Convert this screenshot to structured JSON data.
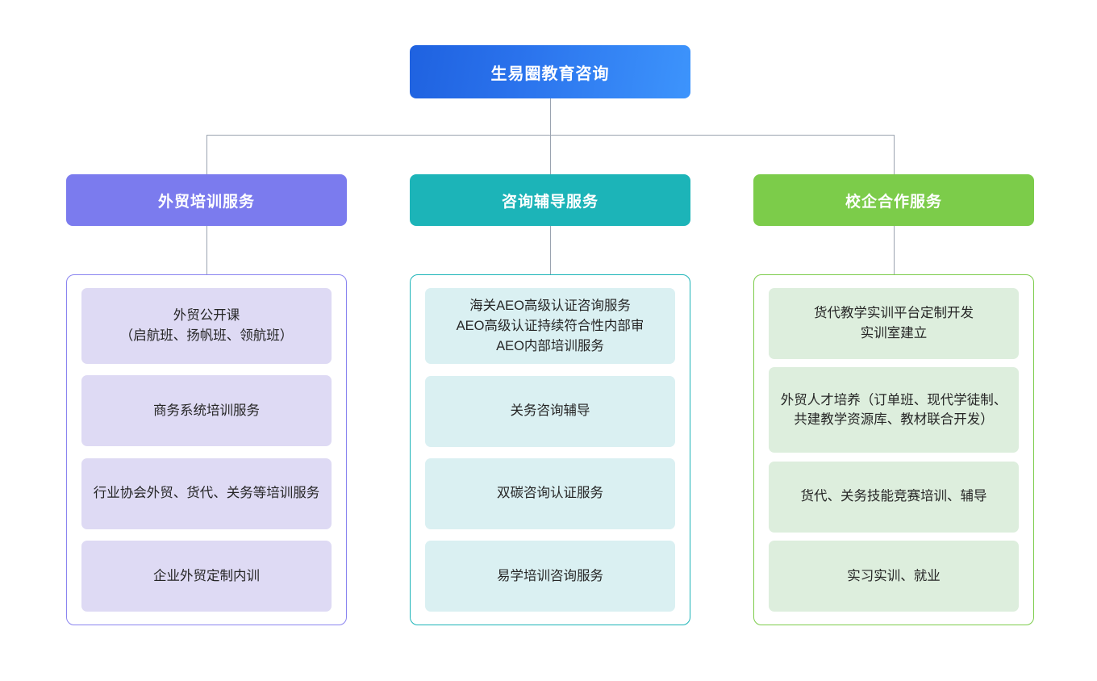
{
  "chart_data": {
    "type": "diagram",
    "diagram_type": "organization-tree",
    "title": "生易圈教育咨询",
    "root": {
      "label": "生易圈教育咨询",
      "color": "#2a72ec",
      "gradient_from": "#1f62e0",
      "gradient_to": "#3d94fc"
    },
    "branches": [
      {
        "label": "外贸培训服务",
        "header_color": "#7b7bee",
        "border_color": "#8a84f0",
        "item_fill": "#dedaf4",
        "items": [
          "外贸公开课\n（启航班、扬帆班、领航班）",
          "商务系统培训服务",
          "行业协会外贸、货代、关务等培训服务",
          "企业外贸定制内训"
        ]
      },
      {
        "label": "咨询辅导服务",
        "header_color": "#1cb4b8",
        "border_color": "#1cb4b8",
        "item_fill": "#daf0f2",
        "items": [
          "海关AEO高级认证咨询服务\nAEO高级认证持续符合性内部审\nAEO内部培训服务",
          "关务咨询辅导",
          "双碳咨询认证服务",
          "易学培训咨询服务"
        ]
      },
      {
        "label": "校企合作服务",
        "header_color": "#7ccc4a",
        "border_color": "#7ccc4a",
        "item_fill": "#ddeedd",
        "items": [
          "货代教学实训平台定制开发\n实训室建立",
          "外贸人才培养（订单班、现代学徒制、共建教学资源库、教材联合开发）",
          "货代、关务技能竞赛培训、辅导",
          "实习实训、就业"
        ]
      }
    ],
    "connector_color": "#9aa3b0",
    "background": "#ffffff"
  }
}
